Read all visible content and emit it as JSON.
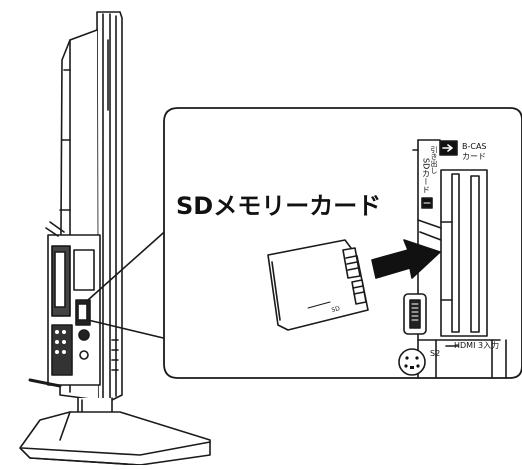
{
  "callout": {
    "title": "SDメモリーカード"
  },
  "panel_labels": {
    "bcas": "B-CAS",
    "card": "カード",
    "sd_vertical": "SDカード",
    "eject_vertical": "引き出し",
    "hdmi": "HDMI 3入力",
    "s2": "S2",
    "card_brand": "SD"
  },
  "colors": {
    "line": "#1a1a1a",
    "panel_fill": "#ffffff",
    "port_dark": "#222222"
  },
  "icons": [
    "arrow-right-icon",
    "insert-arrow-icon",
    "sd-card-icon"
  ]
}
